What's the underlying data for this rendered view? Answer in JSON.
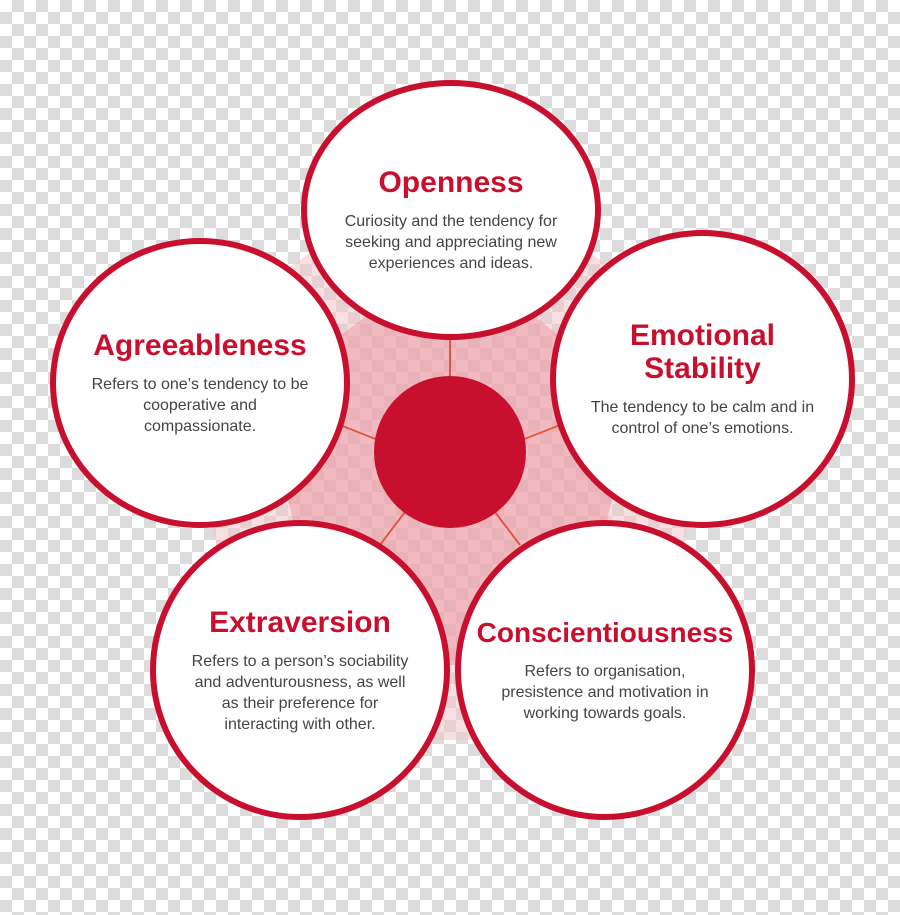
{
  "colors": {
    "accent": "#c8102e",
    "halo": "#f3c4c9",
    "connector": "#e4573f",
    "text": "#444444"
  },
  "traits": [
    {
      "key": "openness",
      "title": "Openness",
      "description": "Curiosity and the tendency for seeking and appreciating new experiences and ideas."
    },
    {
      "key": "agreeableness",
      "title": "Agreeableness",
      "description": "Refers to one’s tendency to be cooperative and compassionate."
    },
    {
      "key": "emotional-stability",
      "title": "Emotional Stability",
      "description": "The tendency to be calm and in control of one’s emotions."
    },
    {
      "key": "extraversion",
      "title": "Extraversion",
      "description": "Refers to a person’s sociability and adventurousness, as well as their preference for interacting with other."
    },
    {
      "key": "conscientiousness",
      "title": "Conscientiousness",
      "description": "Refers to organisation, presistence and motivation in working towards goals."
    }
  ]
}
